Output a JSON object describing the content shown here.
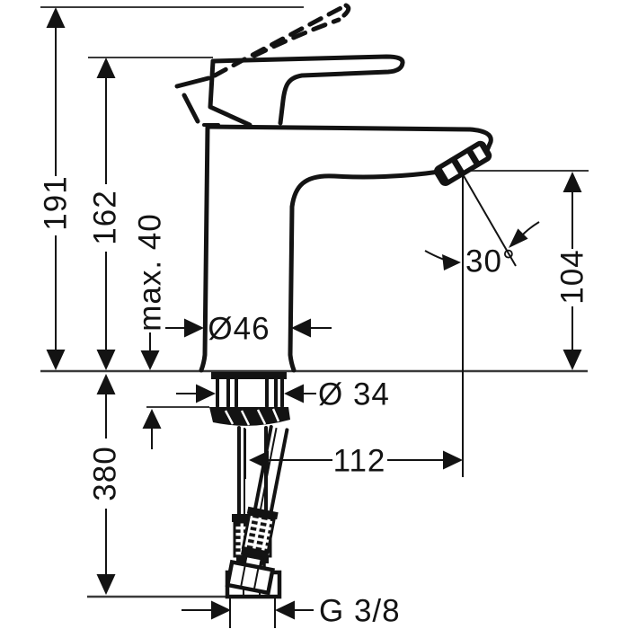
{
  "dims": {
    "total_height": "191",
    "spout_top_height": "162",
    "max_mount_thickness": "max. 40",
    "body_diameter": "Ø46",
    "spray_angle": "30°",
    "outlet_height": "104",
    "shank_diameter": "Ø 34",
    "spout_reach": "112",
    "hose_length": "380",
    "thread_size": "G 3/8"
  },
  "colors": {
    "line": "#131313",
    "background": "#ffffff"
  }
}
